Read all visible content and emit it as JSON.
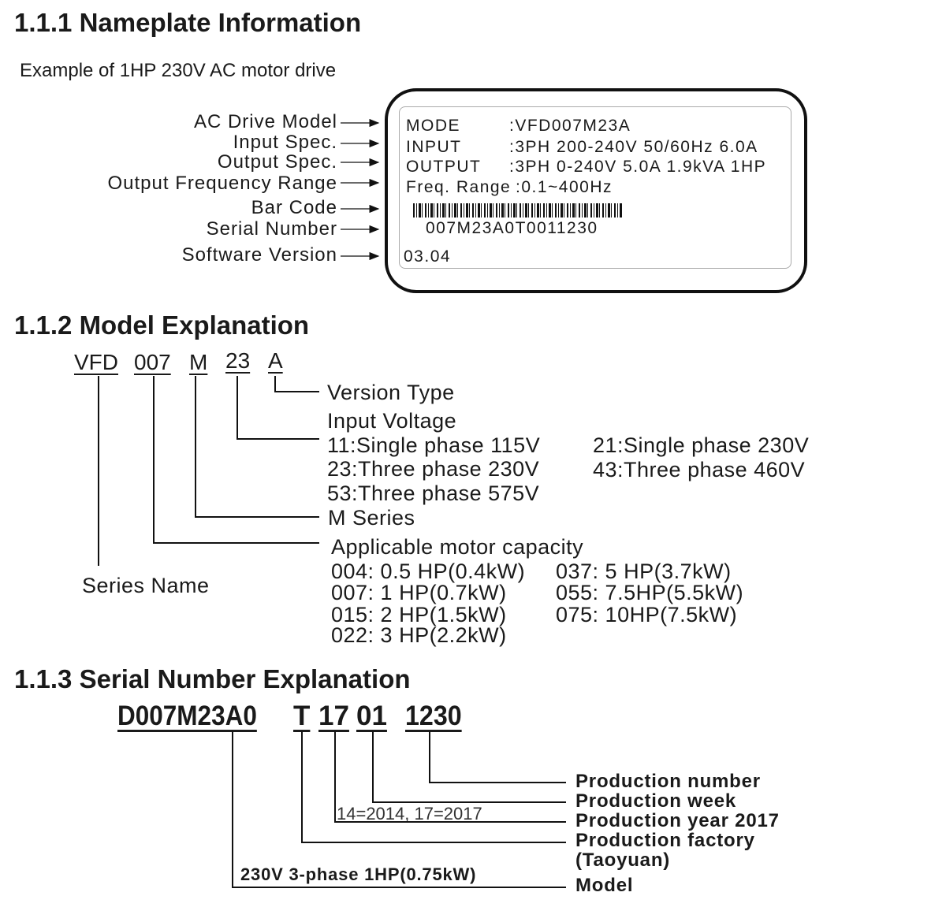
{
  "section1": {
    "title": "1.1.1 Nameplate Information",
    "subtitle": "Example of 1HP 230V AC motor drive",
    "labels": [
      "AC Drive Model",
      "Input Spec.",
      "Output Spec.",
      "Output Frequency Range",
      "Bar Code",
      "Serial Number",
      "Software Version"
    ],
    "nameplate": {
      "rows": [
        {
          "key": "MODE",
          "value": ":VFD007M23A"
        },
        {
          "key": "INPUT",
          "value": ":3PH 200-240V 50/60Hz 6.0A"
        },
        {
          "key": "OUTPUT",
          "value": ":3PH 0-240V 5.0A 1.9kVA 1HP"
        },
        {
          "key": "Freq. Range",
          "value": ":0.1~400Hz"
        }
      ],
      "barcode_text": "007M23A0T0011230",
      "software_version": "03.04"
    }
  },
  "section2": {
    "title": "1.1.2 Model Explanation",
    "codes": [
      "VFD",
      "007",
      "M",
      "23",
      "A"
    ],
    "version_type": "Version Type",
    "input_voltage": "Input Voltage",
    "voltages": [
      "11:Single phase 115V",
      "21:Single phase 230V",
      "23:Three phase 230V",
      "43:Three phase 460V",
      "53:Three phase 575V"
    ],
    "m_series": "M Series",
    "capacity_title": "Applicable motor capacity",
    "capacities": [
      "004: 0.5 HP(0.4kW)",
      "007: 1 HP(0.7kW)",
      "015: 2 HP(1.5kW)",
      "022: 3 HP(2.2kW)",
      "037: 5 HP(3.7kW)",
      "055: 7.5HP(5.5kW)",
      "075: 10HP(7.5kW)"
    ],
    "series_name": "Series Name"
  },
  "section3": {
    "title": "1.1.3 Serial Number Explanation",
    "codes": [
      "D007M23A0",
      "T",
      "17",
      "01",
      "1230"
    ],
    "year_note": "14=2014, 17=2017",
    "model_note": "230V 3-phase 1HP(0.75kW)",
    "labels": [
      "Production number",
      "Production week",
      "Production year 2017",
      "Production factory",
      "(Taoyuan)",
      "Model"
    ]
  }
}
